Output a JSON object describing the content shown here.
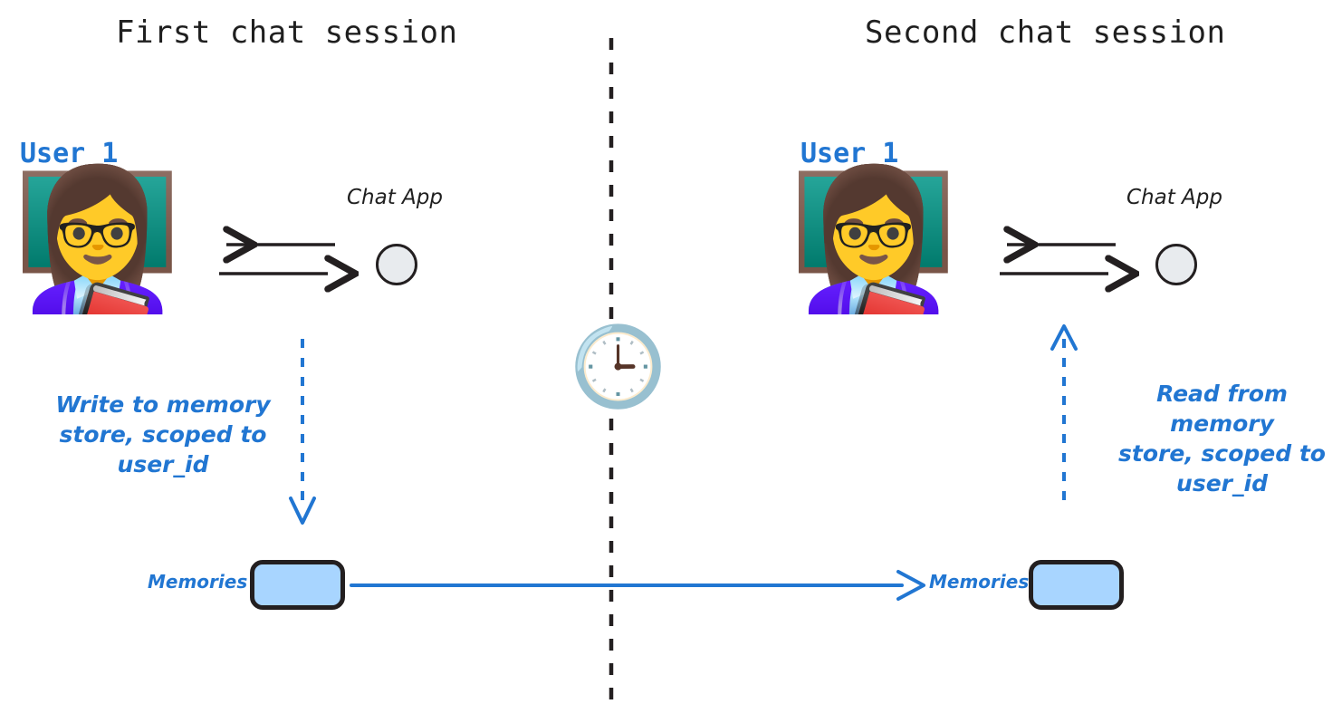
{
  "sessions": [
    {
      "title": "First chat session",
      "user_label": "User 1",
      "avatar_icon": "woman-teacher-emoji",
      "avatar_glyph": "👩‍🏫",
      "chat_app_label": "Chat App",
      "annotation": "Write to memory store, scoped to user_id",
      "annotation_lines": [
        "Write to memory",
        "store, scoped to",
        "user_id"
      ],
      "memories_label": "Memories",
      "arrow_direction": "down"
    },
    {
      "title": "Second chat session",
      "user_label": "User 1",
      "avatar_icon": "woman-teacher-emoji",
      "avatar_glyph": "👩‍🏫",
      "chat_app_label": "Chat App",
      "annotation": "Read from memory store, scoped to user_id",
      "annotation_lines": [
        "Read from memory",
        "store, scoped to",
        "user_id"
      ],
      "memories_label": "Memories",
      "arrow_direction": "up"
    }
  ],
  "divider": {
    "icon": "clock-emoji",
    "glyph": "🕒",
    "style": "dashed-vertical"
  },
  "colors": {
    "accent_blue": "#2176d2",
    "memory_fill": "#a8d5ff",
    "stroke_dark": "#231f20",
    "chat_circle_fill": "#e8ebee",
    "background": "#ffffff"
  }
}
